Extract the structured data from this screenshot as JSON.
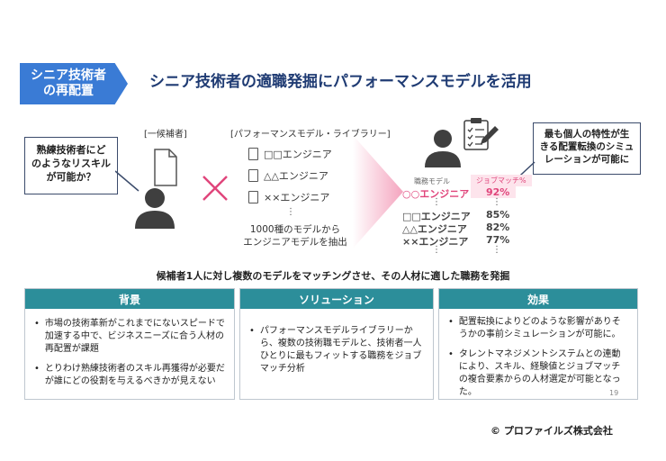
{
  "tag": {
    "line1": "シニア技術者",
    "line2": "の再配置"
  },
  "title": "シニア技術者の適職発掘にパフォーマンスモデルを活用",
  "candidate_label": "[一候補者]",
  "library_label": "[パフォーマンスモデル・ライブラリー]",
  "left_bubble": {
    "line1": "熟練技術者にど",
    "line2": "のようなリスキル",
    "line3": "が可能か？"
  },
  "right_bubble": {
    "line1": "最も個人の特性が生",
    "line2": "きる配置転換のシミュ",
    "line3": "レーションが可能に"
  },
  "library_items": [
    "□□エンジニア",
    "△△エンジニア",
    "××エンジニア"
  ],
  "library_dots": "⋮",
  "library_note": {
    "line1": "1000種のモデルから",
    "line2": "エンジニアモデルを抽出"
  },
  "result_header": {
    "model": "職務モデル",
    "match": "ジョブマッチ%"
  },
  "results": [
    {
      "name": "○○エンジニア",
      "pct": "92%"
    },
    {
      "name": "□□エンジニア",
      "pct": "85%"
    },
    {
      "name": "△△エンジニア",
      "pct": "82%"
    },
    {
      "name": "××エンジニア",
      "pct": "77%"
    }
  ],
  "result_dots": "⋮",
  "summary": "候補者1人に対し複数のモデルをマッチングさせ、その人材に適した職務を発掘",
  "panels": [
    {
      "heading": "背景",
      "bullets": [
        "市場の技術革新がこれまでにないスピードで加速する中で、ビジネスニーズに合う人材の再配置が課題",
        "とりわけ熟練技術者のスキル再獲得が必要だが誰にどの役割を与えるべきかが見えない"
      ]
    },
    {
      "heading": "ソリューション",
      "bullets": [
        "パフォーマンスモデルライブラリーから、複数の技術職モデルと、技術者一人ひとりに最もフィットする職務をジョブマッチ分析"
      ]
    },
    {
      "heading": "効果",
      "bullets": [
        "配置転換によりどのような影響がありそうかの事前シミュレーションが可能に。",
        "タレントマネジメントシステムとの連動により、スキル、経験値とジョブマッチの複合要素からの人材選定が可能となった。"
      ]
    }
  ],
  "bullet_char": "•",
  "page_number": "19",
  "copyright": "© プロファイルズ株式会社",
  "colors": {
    "tag": "#3a7bd5",
    "title": "#1f3b73",
    "panel_head": "#2c8e9a",
    "highlight": "#e0457b",
    "cross": "#e0457b"
  },
  "icons": [
    "person-icon",
    "document-icon",
    "cross-icon",
    "arrow-icon",
    "clipboard-checklist-icon"
  ]
}
